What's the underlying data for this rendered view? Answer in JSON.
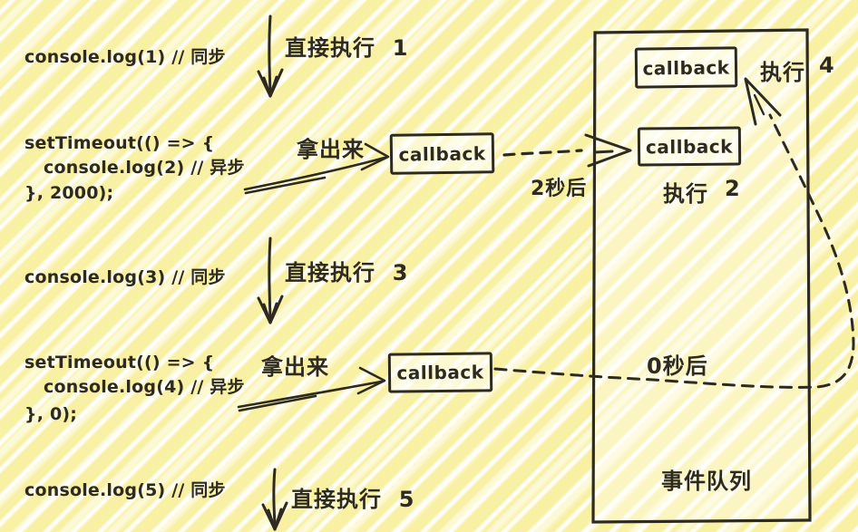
{
  "colors": {
    "paper_yellow": "#f8f0a3",
    "stripe_white": "#fffdf2",
    "ink": "#2e2a1f"
  },
  "code": {
    "log1": "console.log(1) // 同步",
    "timeout2000_l1": "setTimeout(() => {",
    "timeout2000_l2": "console.log(2) // 异步",
    "timeout2000_l3": "}, 2000);",
    "log3": "console.log(3) // 同步",
    "timeout0_l1": "setTimeout(() => {",
    "timeout0_l2": "console.log(4) // 异步",
    "timeout0_l3": "}, 0);",
    "log5": "console.log(5) // 同步"
  },
  "labels": {
    "direct_exec_1": "直接执行  1",
    "direct_exec_3": "直接执行  3",
    "direct_exec_5": "直接执行  5",
    "take_out_1": "拿出来",
    "take_out_2": "拿出来",
    "after_2s": "2秒后",
    "after_0s": "0秒后"
  },
  "queue": {
    "title": "事件队列",
    "exec_top_label": "执行",
    "exec_top_num": "4",
    "exec_mid_label": "执行",
    "exec_mid_num": "2"
  },
  "boxes": {
    "staging_1": "callback",
    "staging_2": "callback",
    "queue_top": "callback",
    "queue_mid": "callback"
  }
}
